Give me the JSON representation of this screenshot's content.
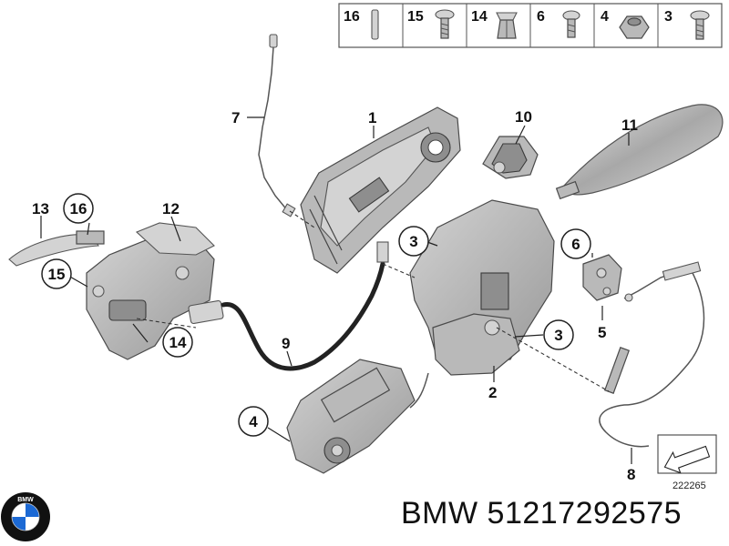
{
  "legend": [
    {
      "number": "16"
    },
    {
      "number": "15"
    },
    {
      "number": "14"
    },
    {
      "number": "6"
    },
    {
      "number": "4"
    },
    {
      "number": "3"
    }
  ],
  "callouts": {
    "c1": "1",
    "c2": "2",
    "c3a": "3",
    "c3b": "3",
    "c4": "4",
    "c5": "5",
    "c6": "6",
    "c7": "7",
    "c8": "8",
    "c9": "9",
    "c10": "10",
    "c11": "11",
    "c12": "12",
    "c13": "13",
    "c14": "14",
    "c15": "15",
    "c16": "16"
  },
  "diagram_id": "222265",
  "logo": {
    "text": "BMW",
    "colors": {
      "blue": "#1c69d4",
      "black": "#111111"
    }
  },
  "footer": {
    "brand": "BMW",
    "part_number": "51217292575"
  }
}
